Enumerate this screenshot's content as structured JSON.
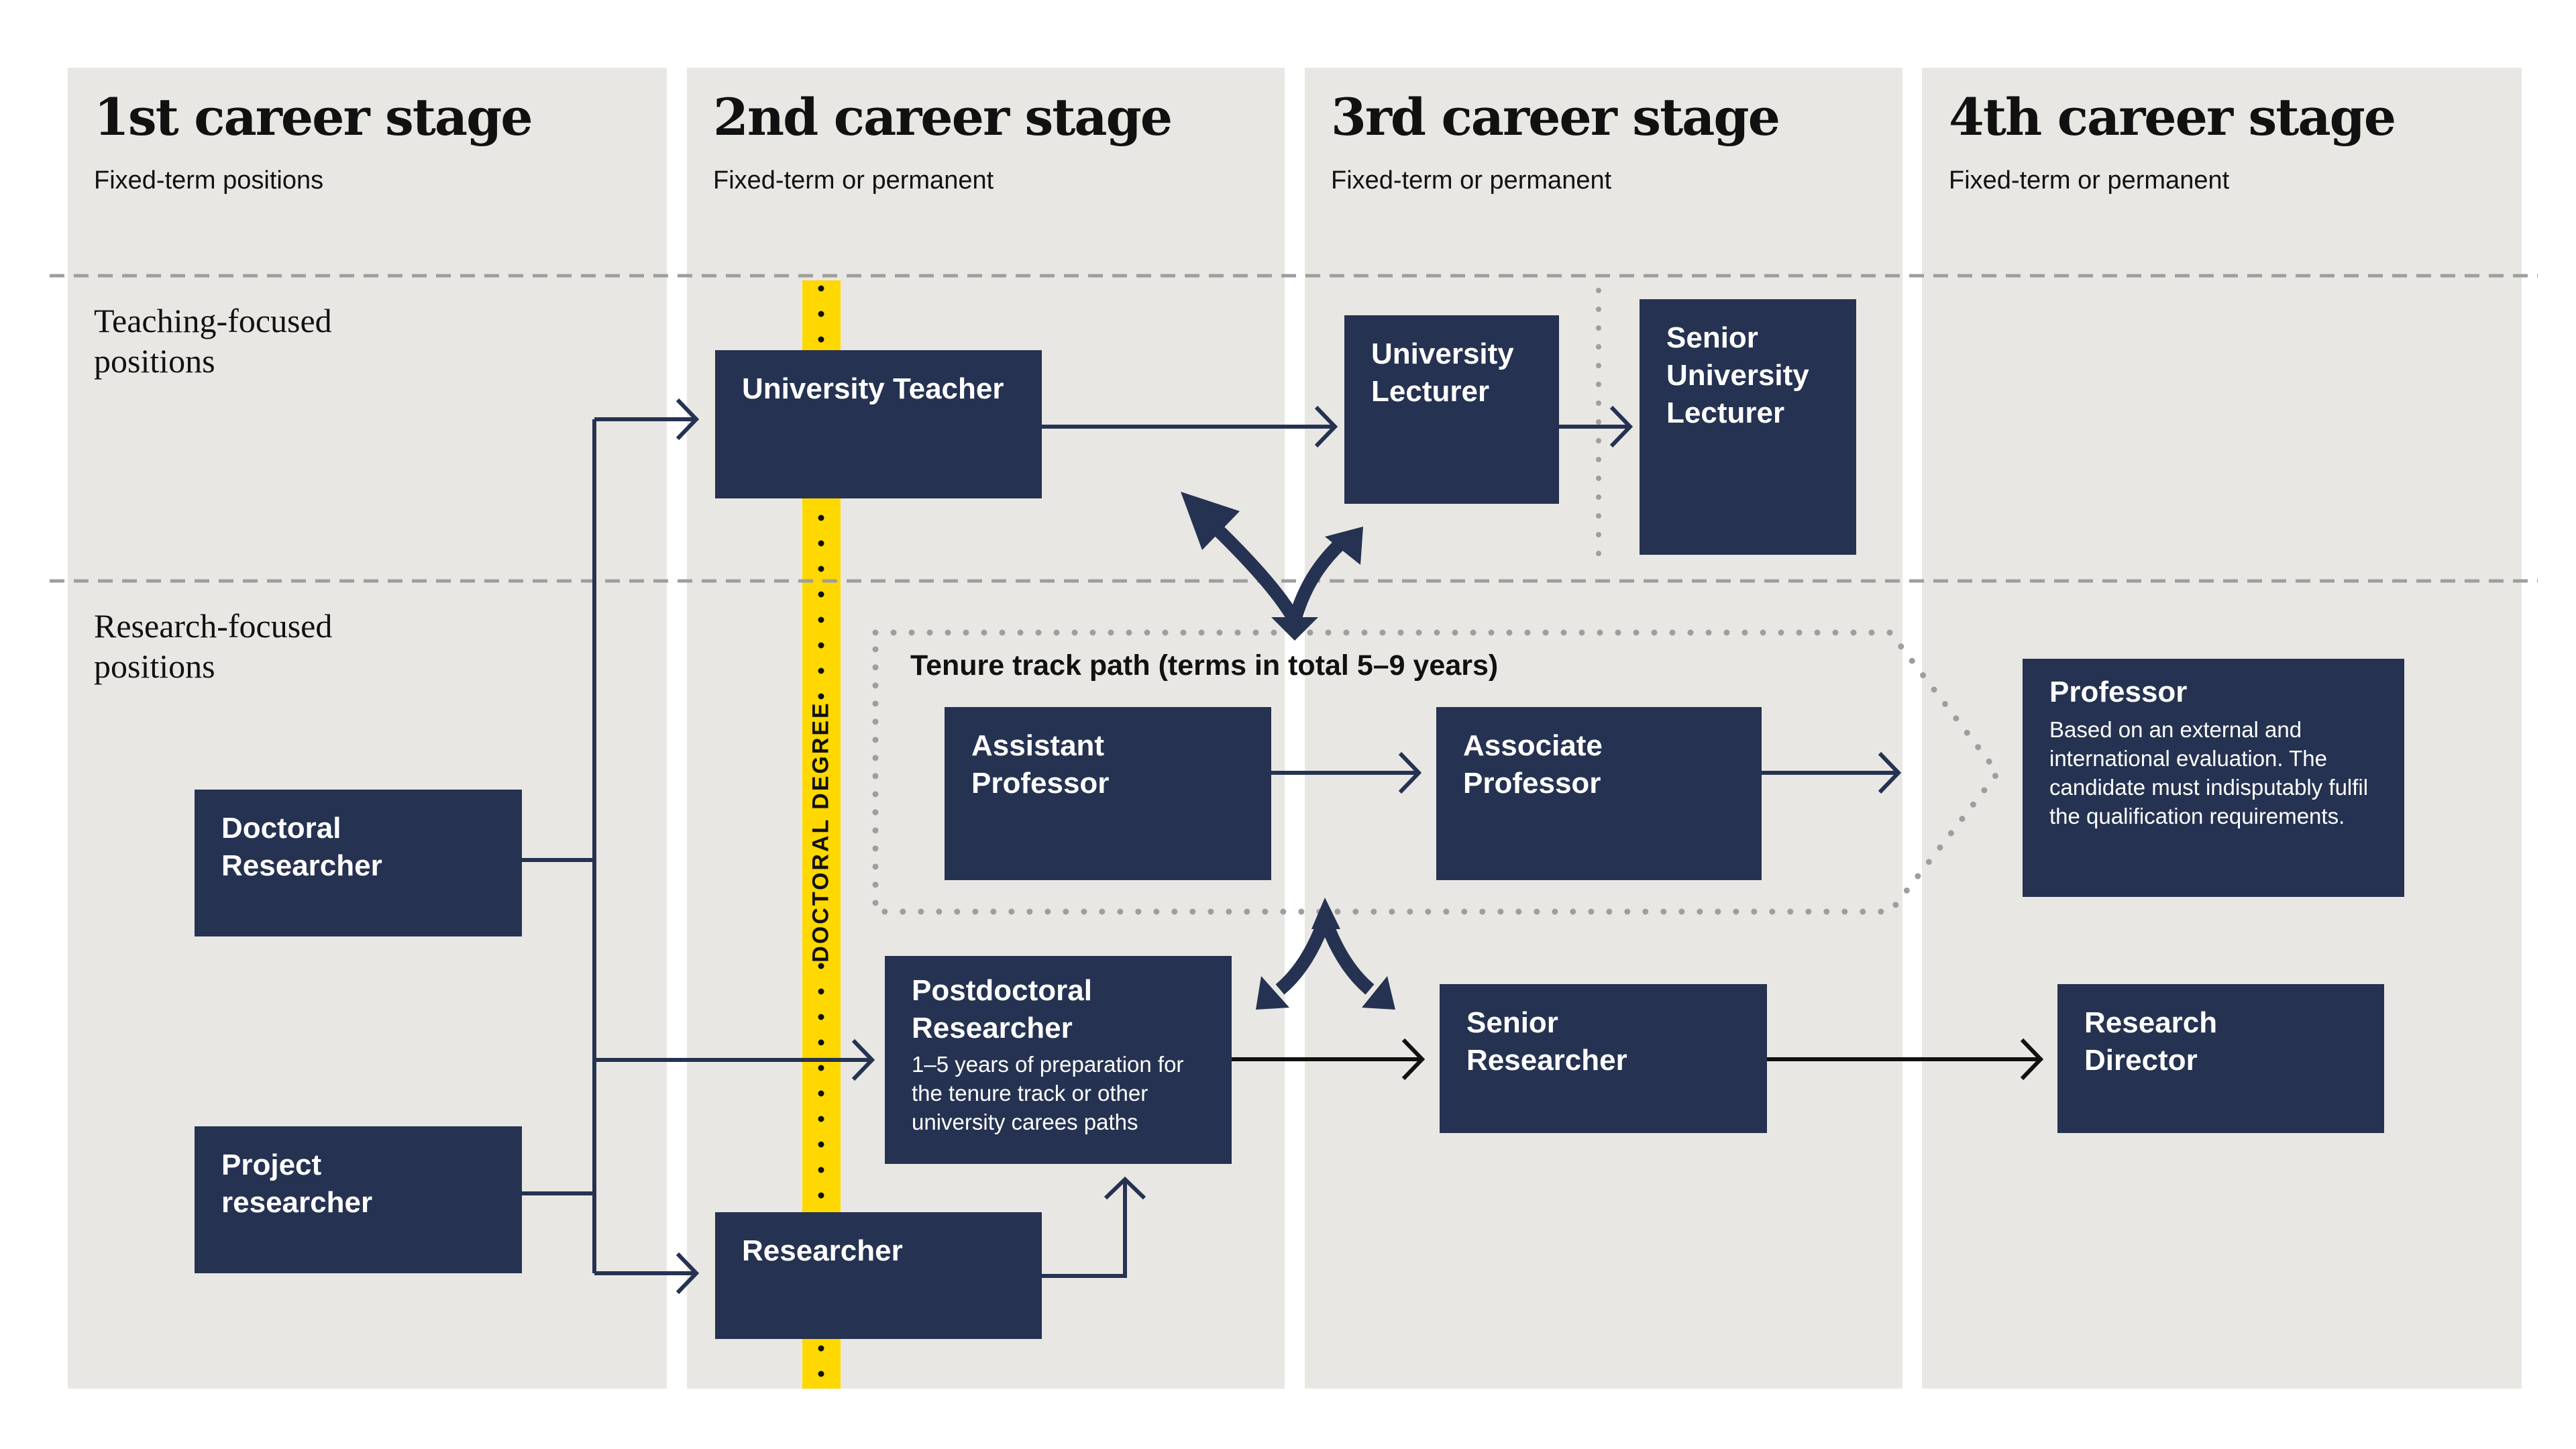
{
  "stages": [
    {
      "title": "1st career stage",
      "subtitle": "Fixed-term positions"
    },
    {
      "title": "2nd career stage",
      "subtitle": "Fixed-term or permanent"
    },
    {
      "title": "3rd career stage",
      "subtitle": "Fixed-term or permanent"
    },
    {
      "title": "4th career stage",
      "subtitle": "Fixed-term or permanent"
    }
  ],
  "rows": {
    "teaching": {
      "line1": "Teaching-focused",
      "line2": "positions"
    },
    "research": {
      "line1": "Research-focused",
      "line2": "positions"
    }
  },
  "doctoral_degree_label": "DOCTORAL DEGREE",
  "tenure_track_label": "Tenure track path (terms in total 5–9 years)",
  "positions": {
    "university_teacher": {
      "title": "University Teacher"
    },
    "university_lecturer": {
      "title_1": "University",
      "title_2": "Lecturer"
    },
    "senior_university_lecturer": {
      "title_1": "Senior",
      "title_2": "University",
      "title_3": "Lecturer"
    },
    "assistant_professor": {
      "title_1": "Assistant",
      "title_2": "Professor"
    },
    "associate_professor": {
      "title_1": "Associate",
      "title_2": "Professor"
    },
    "professor": {
      "title": "Professor",
      "description": "Based on an external and international evaluation. The candidate must indisputably fulfil the qualification requirements."
    },
    "doctoral_researcher": {
      "title_1": "Doctoral",
      "title_2": "Researcher"
    },
    "project_researcher": {
      "title_1": "Project",
      "title_2": "researcher"
    },
    "postdoctoral_researcher": {
      "title_1": "Postdoctoral",
      "title_2": "Researcher",
      "description": "1–5 years of preparation for the tenure track or other university carees paths"
    },
    "researcher": {
      "title": "Researcher"
    },
    "senior_researcher": {
      "title_1": "Senior",
      "title_2": "Researcher"
    },
    "research_director": {
      "title_1": "Research",
      "title_2": "Director"
    }
  },
  "colors": {
    "box": "#253251",
    "panel": "#e9e7e3",
    "doctoral_bar": "#ffd800",
    "divider": "#9e9e9e"
  }
}
